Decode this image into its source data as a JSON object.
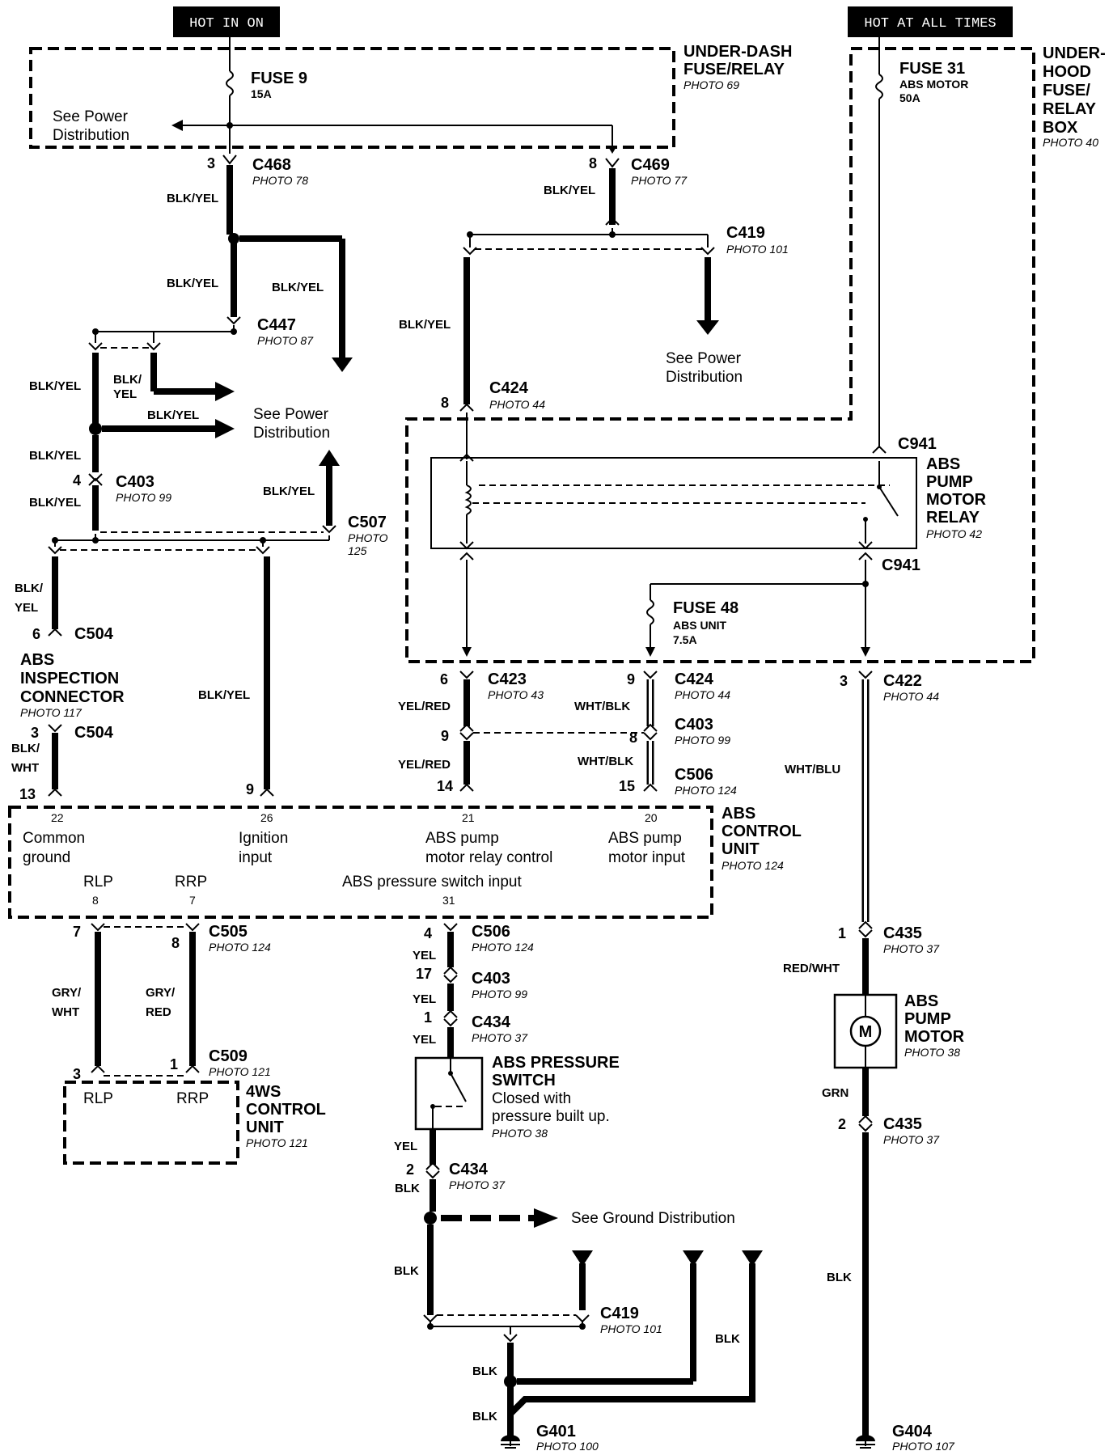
{
  "headers": {
    "hot_in_on": "HOT IN ON",
    "hot_at_all_times": "HOT AT ALL TIMES"
  },
  "under_dash_box": {
    "title1": "UNDER-DASH",
    "title2": "FUSE/RELAY",
    "photo": "PHOTO 69"
  },
  "under_hood_box": {
    "title1": "UNDER-",
    "title2": "HOOD",
    "title3": "FUSE/",
    "title4": "RELAY",
    "title5": "BOX",
    "photo": "PHOTO 40"
  },
  "fuse9": {
    "name": "FUSE  9",
    "rating": "15A"
  },
  "fuse31": {
    "name": "FUSE 31",
    "desc": "ABS MOTOR",
    "rating": "50A"
  },
  "fuse48": {
    "name": "FUSE 48",
    "desc": "ABS UNIT",
    "rating": "7.5A"
  },
  "see_power_1": {
    "l1": "See Power",
    "l2": "Distribution"
  },
  "see_power_2": {
    "l1": "See Power",
    "l2": "Distribution"
  },
  "see_power_3": {
    "l1": "See Power",
    "l2": "Distribution"
  },
  "see_ground": "See Ground Distribution",
  "connectors": {
    "c468": {
      "name": "C468",
      "photo": "PHOTO 78",
      "pin": "3"
    },
    "c469": {
      "name": "C469",
      "photo": "PHOTO 77",
      "pin": "8"
    },
    "c419a": {
      "name": "C419",
      "photo": "PHOTO 101"
    },
    "c447": {
      "name": "C447",
      "photo": "PHOTO 87"
    },
    "c424a": {
      "name": "C424",
      "photo": "PHOTO 44",
      "pin": "8"
    },
    "c403a": {
      "name": "C403",
      "photo": "PHOTO 99",
      "pin": "4"
    },
    "c507": {
      "name": "C507",
      "photo1": "PHOTO",
      "photo2": "125"
    },
    "c941a": {
      "name": "C941"
    },
    "c941b": {
      "name": "C941"
    },
    "c504a": {
      "name": "C504",
      "pin": "6"
    },
    "c504b": {
      "name": "C504",
      "pin": "3"
    },
    "c423": {
      "name": "C423",
      "photo": "PHOTO 43",
      "pin": "6"
    },
    "c424b": {
      "name": "C424",
      "photo": "PHOTO 44",
      "pin": "9"
    },
    "c422": {
      "name": "C422",
      "photo": "PHOTO 44",
      "pin": "3"
    },
    "c403b": {
      "name": "C403",
      "photo": "PHOTO 99",
      "pin_left": "9",
      "pin_right": "8"
    },
    "c506a": {
      "name": "C506",
      "photo": "PHOTO 124",
      "pin_left": "14",
      "pin_right": "15"
    },
    "c505": {
      "name": "C505",
      "photo": "PHOTO 124",
      "pin_left": "7",
      "pin_right": "8"
    },
    "c506b": {
      "name": "C506",
      "photo": "PHOTO 124",
      "pin": "4"
    },
    "c403c": {
      "name": "C403",
      "photo": "PHOTO 99",
      "pin": "17"
    },
    "c434a": {
      "name": "C434",
      "photo": "PHOTO 37",
      "pin": "1"
    },
    "c435a": {
      "name": "C435",
      "photo": "PHOTO 37",
      "pin": "1"
    },
    "c509": {
      "name": "C509",
      "photo": "PHOTO 121",
      "pin_left": "3",
      "pin_right": "1"
    },
    "c435b": {
      "name": "C435",
      "photo": "PHOTO 37",
      "pin": "2"
    },
    "c434b": {
      "name": "C434",
      "photo": "PHOTO 37",
      "pin": "2"
    },
    "c419b": {
      "name": "C419",
      "photo": "PHOTO 101"
    },
    "g401": {
      "name": "G401",
      "photo": "PHOTO 100"
    },
    "g404": {
      "name": "G404",
      "photo": "PHOTO 107"
    }
  },
  "wires": {
    "blk_yel": "BLK/YEL",
    "blk": "BLK",
    "yel": "YEL",
    "yel_red": "YEL/RED",
    "wht_blk": "WHT/BLK",
    "wht_blu": "WHT/BLU",
    "red_wht": "RED/WHT",
    "grn": "GRN",
    "gry": "GRY/",
    "wht": "WHT",
    "red": "RED",
    "blk_slash": "BLK/",
    "yel_only": "YEL"
  },
  "relay": {
    "t1": "ABS",
    "t2": "PUMP",
    "t3": "MOTOR",
    "t4": "RELAY",
    "photo": "PHOTO 42"
  },
  "inspection": {
    "t1": "ABS",
    "t2": "INSPECTION",
    "t3": "CONNECTOR",
    "photo": "PHOTO 117"
  },
  "control_unit": {
    "t1": "ABS",
    "t2": "CONTROL",
    "t3": "UNIT",
    "photo": "PHOTO 124",
    "pins": {
      "p22": "22",
      "p26": "26",
      "p21": "21",
      "p20": "20",
      "p8": "8",
      "p7": "7",
      "p31": "31"
    },
    "pin_13": "13",
    "pin_9": "9",
    "common1": "Common",
    "common2": "ground",
    "ign1": "Ignition",
    "ign2": "input",
    "relay1": "ABS pump",
    "relay2": "motor relay control",
    "motor1": "ABS pump",
    "motor2": "motor input",
    "rlp": "RLP",
    "rrp": "RRP",
    "pressure": "ABS pressure switch input"
  },
  "ws_unit": {
    "t1": "4WS",
    "t2": "CONTROL",
    "t3": "UNIT",
    "photo": "PHOTO 121",
    "rlp": "RLP",
    "rrp": "RRP"
  },
  "pressure_switch": {
    "t1": "ABS PRESSURE",
    "t2": "SWITCH",
    "d1": "Closed with",
    "d2": "pressure built up.",
    "photo": "PHOTO 38"
  },
  "pump_motor": {
    "t1": "ABS",
    "t2": "PUMP",
    "t3": "MOTOR",
    "photo": "PHOTO 38",
    "symbol": "M"
  }
}
